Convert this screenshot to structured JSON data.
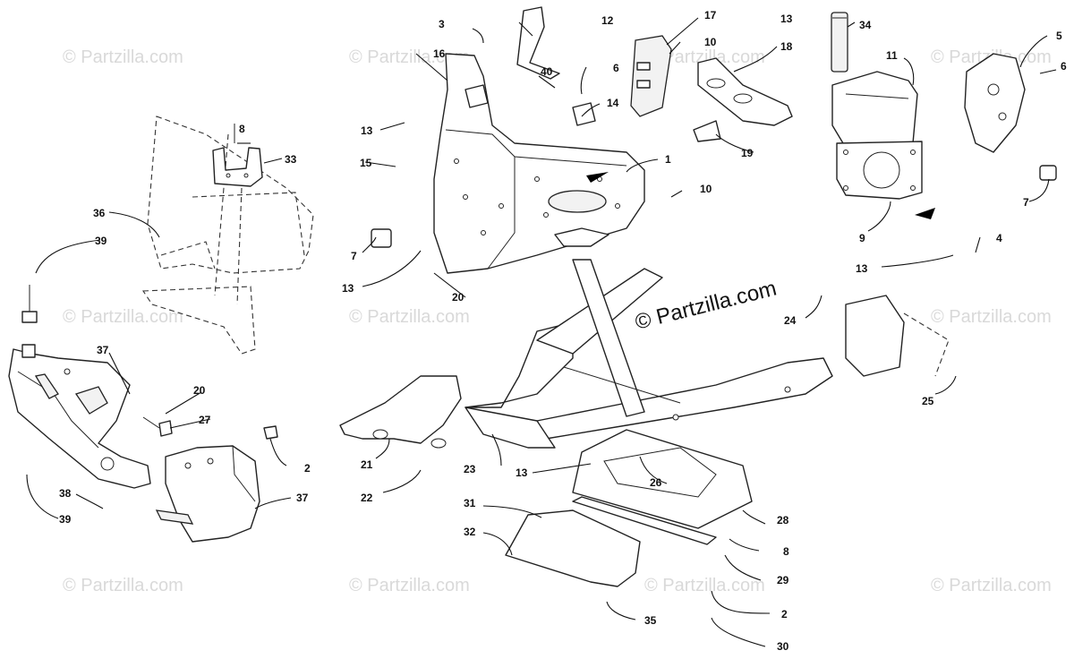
{
  "watermark": "© Partzilla.com",
  "copyright": "© Partzilla.com",
  "callouts": {
    "c1": "1",
    "c2a": "2",
    "c2b": "2",
    "c3": "3",
    "c4": "4",
    "c5": "5",
    "c6a": "6",
    "c6b": "6",
    "c7a": "7",
    "c7b": "7",
    "c8a": "8",
    "c8b": "8",
    "c9": "9",
    "c10a": "10",
    "c10b": "10",
    "c11": "11",
    "c12": "12",
    "c13a": "13",
    "c13b": "13",
    "c13c": "13",
    "c13d": "13",
    "c13e": "13",
    "c14": "14",
    "c15": "15",
    "c16": "16",
    "c17": "17",
    "c18": "18",
    "c19": "19",
    "c20a": "20",
    "c20b": "20",
    "c21": "21",
    "c22": "22",
    "c23": "23",
    "c24": "24",
    "c25": "25",
    "c26": "26",
    "c27": "27",
    "c28": "28",
    "c29": "29",
    "c30": "30",
    "c31": "31",
    "c32": "32",
    "c33": "33",
    "c34": "34",
    "c35": "35",
    "c36": "36",
    "c37a": "37",
    "c37b": "37",
    "c38": "38",
    "c39a": "39",
    "c39b": "39",
    "c40": "40"
  }
}
